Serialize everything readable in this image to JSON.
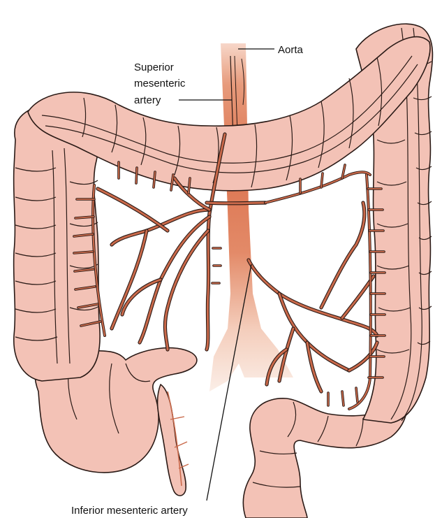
{
  "labels": {
    "aorta": "Aorta",
    "sma_line1": "Superior",
    "sma_line2": "mesenteric",
    "sma_line3": "artery",
    "ima": "Inferior mesenteric artery"
  },
  "colors": {
    "background": "#ffffff",
    "bowel_fill": "#f3c2b6",
    "outline": "#2a1a16",
    "artery": "#c9694a",
    "aorta_dark": "#d9764f",
    "aorta_light": "#fbe9e0"
  }
}
